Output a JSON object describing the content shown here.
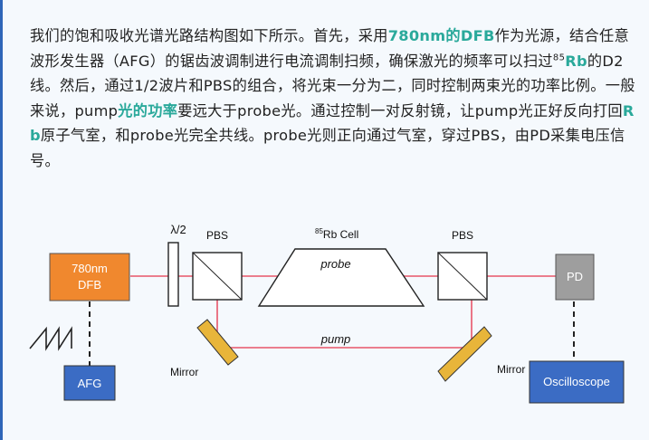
{
  "paragraph": {
    "s1": "我们的饱和吸收光谱光路结构图如下所示。首先，采用",
    "h1": "780nm的DFB",
    "s2": "作为光源，结合任意波形发生器（AFG）的锯齿波调制进行电流调制扫频，确保激光的频率可以扫过",
    "sup1": "85",
    "h2": "Rb",
    "s3": "的D2线。然后，通过1/2波片和PBS的组合，将光束一分为二，同时控制两束光的功率比例。一般来说，pump",
    "h3": "光的功率",
    "s4": "要远大于probe光。通过控制一对反射镜，让pump光正好反向打回",
    "h4": "Rb",
    "s5": "原子气室，和probe光完全共线。probe光则正向通过气室，穿过PBS，由PD采集电压信号。"
  },
  "diagram": {
    "laser_line1": "780nm",
    "laser_line2": "DFB",
    "afg": "AFG",
    "half_wave": "λ/2",
    "pbs_left": "PBS",
    "pbs_right": "PBS",
    "cell_sup": "85",
    "cell_label": "Rb Cell",
    "probe": "probe",
    "pump": "pump",
    "mirror_left": "Mirror",
    "mirror_right": "Mirror",
    "pd": "PD",
    "oscilloscope": "Oscilloscope"
  },
  "colors": {
    "laser": "#f0882e",
    "afg": "#3b6cc4",
    "pd": "#9e9e9e",
    "oscilloscope": "#3b6cc4",
    "mirror": "#e8b53a",
    "beam": "#e8566a",
    "highlight": "#2aa99b"
  }
}
